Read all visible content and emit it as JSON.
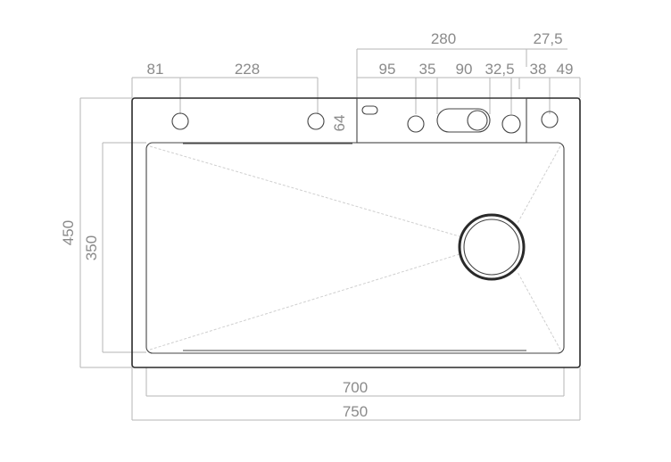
{
  "drawing": {
    "dimensions": {
      "top_left": [
        "81",
        "228"
      ],
      "top_right_row": [
        "95",
        "35",
        "90",
        "32,5",
        "38",
        "49"
      ],
      "top_span": "280",
      "top_extra": "27,5",
      "height_small": "64",
      "height_outer": "450",
      "height_inner": "350",
      "width_inner": "700",
      "width_outer": "750"
    }
  }
}
